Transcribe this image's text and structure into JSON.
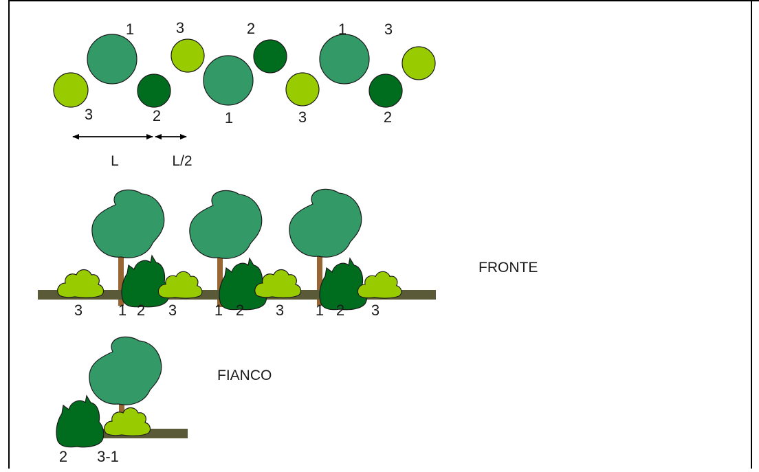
{
  "colors": {
    "tree": "#339966",
    "shrub_dark": "#006d1e",
    "shrub_light": "#99cc00",
    "trunk": "#996633",
    "ground": "#5a5a38",
    "outline": "#1a1a1a",
    "frame": "#000000"
  },
  "plan": {
    "labels": [
      "1",
      "3",
      "2",
      "1",
      "3",
      "3",
      "2",
      "1",
      "3",
      "2"
    ],
    "dimensions": {
      "span_label": "L",
      "half_span_label": "L/2"
    }
  },
  "front": {
    "view_label": "FRONTE",
    "labels": [
      "3",
      "1",
      "2",
      "3",
      "1",
      "2",
      "3",
      "1",
      "2",
      "3"
    ]
  },
  "side": {
    "view_label": "FIANCO",
    "labels": [
      "2",
      "3-1"
    ]
  }
}
